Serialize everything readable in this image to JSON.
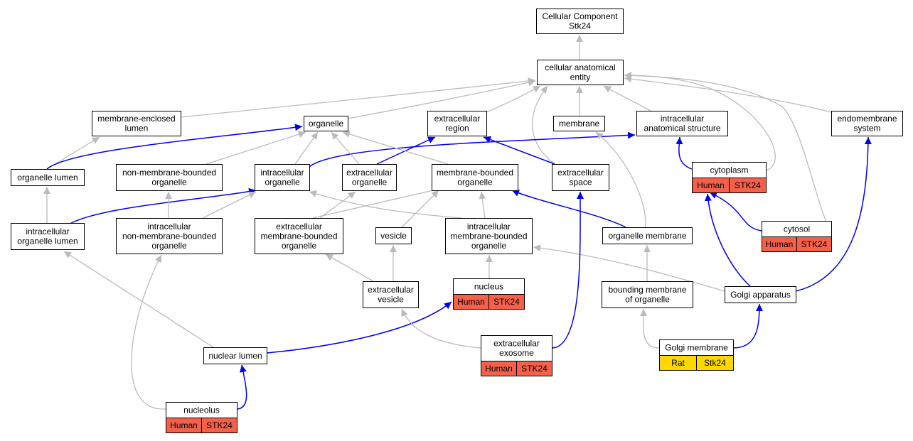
{
  "colors": {
    "gray_edge": "#bbbbbb",
    "blue_edge": "#0000ee",
    "human_fill": "#f4604a",
    "rat_fill": "#ffd700",
    "node_fill": "#ffffff",
    "stroke": "#000000"
  },
  "nodes": {
    "cc": {
      "lines": [
        "Cellular Component",
        "Stk24"
      ]
    },
    "cae": {
      "lines": [
        "cellular anatomical",
        "entity"
      ]
    },
    "mel": {
      "lines": [
        "membrane-enclosed",
        "lumen"
      ]
    },
    "org": {
      "lines": [
        "organelle"
      ]
    },
    "exr": {
      "lines": [
        "extracellular",
        "region"
      ]
    },
    "mem": {
      "lines": [
        "membrane"
      ]
    },
    "ias": {
      "lines": [
        "intracellular",
        "anatomical structure"
      ]
    },
    "ems": {
      "lines": [
        "endomembrane",
        "system"
      ]
    },
    "orl": {
      "lines": [
        "organelle lumen"
      ]
    },
    "nmbo": {
      "lines": [
        "non-membrane-bounded",
        "organelle"
      ]
    },
    "io": {
      "lines": [
        "intracellular",
        "organelle"
      ]
    },
    "eo": {
      "lines": [
        "extracellular",
        "organelle"
      ]
    },
    "mbo": {
      "lines": [
        "membrane-bounded",
        "organelle"
      ]
    },
    "exs": {
      "lines": [
        "extracellular",
        "space"
      ]
    },
    "cyt": {
      "lines": [
        "cytoplasm"
      ],
      "ann": [
        {
          "label": "Human",
          "kind": "human"
        },
        {
          "label": "STK24",
          "kind": "human"
        }
      ]
    },
    "iol": {
      "lines": [
        "intracellular",
        "organelle lumen"
      ]
    },
    "inmbo": {
      "lines": [
        "intracellular",
        "non-membrane-bounded",
        "organelle"
      ]
    },
    "embo": {
      "lines": [
        "extracellular",
        "membrane-bounded",
        "organelle"
      ]
    },
    "ves": {
      "lines": [
        "vesicle"
      ]
    },
    "imbo": {
      "lines": [
        "intracellular",
        "membrane-bounded",
        "organelle"
      ]
    },
    "om": {
      "lines": [
        "organelle membrane"
      ]
    },
    "cytosol": {
      "lines": [
        "cytosol"
      ],
      "ann": [
        {
          "label": "Human",
          "kind": "human"
        },
        {
          "label": "STK24",
          "kind": "human"
        }
      ]
    },
    "exv": {
      "lines": [
        "extracellular",
        "vesicle"
      ]
    },
    "nuc": {
      "lines": [
        "nucleus"
      ],
      "ann": [
        {
          "label": "Human",
          "kind": "human"
        },
        {
          "label": "STK24",
          "kind": "human"
        }
      ]
    },
    "bmo": {
      "lines": [
        "bounding membrane",
        "of organelle"
      ]
    },
    "ga": {
      "lines": [
        "Golgi apparatus"
      ]
    },
    "nl": {
      "lines": [
        "nuclear lumen"
      ]
    },
    "exo": {
      "lines": [
        "extracellular",
        "exosome"
      ],
      "ann": [
        {
          "label": "Human",
          "kind": "human"
        },
        {
          "label": "STK24",
          "kind": "human"
        }
      ]
    },
    "gm": {
      "lines": [
        "Golgi membrane"
      ],
      "ann": [
        {
          "label": "Rat",
          "kind": "rat"
        },
        {
          "label": "Stk24",
          "kind": "rat"
        }
      ]
    },
    "ncl": {
      "lines": [
        "nucleolus"
      ],
      "ann": [
        {
          "label": "Human",
          "kind": "human"
        },
        {
          "label": "STK24",
          "kind": "human"
        }
      ]
    }
  },
  "edges": [
    {
      "from": "cae",
      "to": "cc",
      "kind": "gray"
    },
    {
      "from": "mel",
      "to": "cae",
      "kind": "gray"
    },
    {
      "from": "org",
      "to": "cae",
      "kind": "gray"
    },
    {
      "from": "exr",
      "to": "cae",
      "kind": "gray"
    },
    {
      "from": "mem",
      "to": "cae",
      "kind": "gray"
    },
    {
      "from": "ias",
      "to": "cae",
      "kind": "gray"
    },
    {
      "from": "ems",
      "to": "cae",
      "kind": "gray"
    },
    {
      "from": "exs",
      "to": "cae",
      "kind": "gray"
    },
    {
      "from": "cyt",
      "to": "cae",
      "kind": "gray"
    },
    {
      "from": "cytosol",
      "to": "cae",
      "kind": "gray"
    },
    {
      "from": "orl",
      "to": "mel",
      "kind": "gray"
    },
    {
      "from": "orl",
      "to": "org",
      "kind": "blue"
    },
    {
      "from": "nmbo",
      "to": "org",
      "kind": "gray"
    },
    {
      "from": "io",
      "to": "org",
      "kind": "gray"
    },
    {
      "from": "io",
      "to": "ias",
      "kind": "blue"
    },
    {
      "from": "eo",
      "to": "org",
      "kind": "gray"
    },
    {
      "from": "eo",
      "to": "exr",
      "kind": "blue"
    },
    {
      "from": "mbo",
      "to": "org",
      "kind": "gray"
    },
    {
      "from": "exs",
      "to": "exr",
      "kind": "blue"
    },
    {
      "from": "cyt",
      "to": "ias",
      "kind": "blue"
    },
    {
      "from": "iol",
      "to": "orl",
      "kind": "gray"
    },
    {
      "from": "iol",
      "to": "io",
      "kind": "blue"
    },
    {
      "from": "inmbo",
      "to": "nmbo",
      "kind": "gray"
    },
    {
      "from": "inmbo",
      "to": "io",
      "kind": "gray"
    },
    {
      "from": "embo",
      "to": "eo",
      "kind": "gray"
    },
    {
      "from": "embo",
      "to": "mbo",
      "kind": "gray"
    },
    {
      "from": "ves",
      "to": "mbo",
      "kind": "gray"
    },
    {
      "from": "imbo",
      "to": "mbo",
      "kind": "gray"
    },
    {
      "from": "imbo",
      "to": "io",
      "kind": "gray"
    },
    {
      "from": "om",
      "to": "mbo",
      "kind": "blue"
    },
    {
      "from": "om",
      "to": "mem",
      "kind": "gray"
    },
    {
      "from": "cytosol",
      "to": "cyt",
      "kind": "blue"
    },
    {
      "from": "exv",
      "to": "embo",
      "kind": "gray"
    },
    {
      "from": "exv",
      "to": "ves",
      "kind": "gray"
    },
    {
      "from": "nuc",
      "to": "imbo",
      "kind": "gray"
    },
    {
      "from": "bmo",
      "to": "om",
      "kind": "gray"
    },
    {
      "from": "ga",
      "to": "imbo",
      "kind": "gray"
    },
    {
      "from": "ga",
      "to": "cyt",
      "kind": "blue"
    },
    {
      "from": "ga",
      "to": "ems",
      "kind": "blue"
    },
    {
      "from": "nl",
      "to": "iol",
      "kind": "gray"
    },
    {
      "from": "nl",
      "to": "nuc",
      "kind": "blue"
    },
    {
      "from": "exo",
      "to": "exv",
      "kind": "gray"
    },
    {
      "from": "exo",
      "to": "exs",
      "kind": "blue"
    },
    {
      "from": "gm",
      "to": "bmo",
      "kind": "gray"
    },
    {
      "from": "gm",
      "to": "ga",
      "kind": "blue"
    },
    {
      "from": "ncl",
      "to": "inmbo",
      "kind": "gray"
    },
    {
      "from": "ncl",
      "to": "nl",
      "kind": "blue"
    }
  ]
}
